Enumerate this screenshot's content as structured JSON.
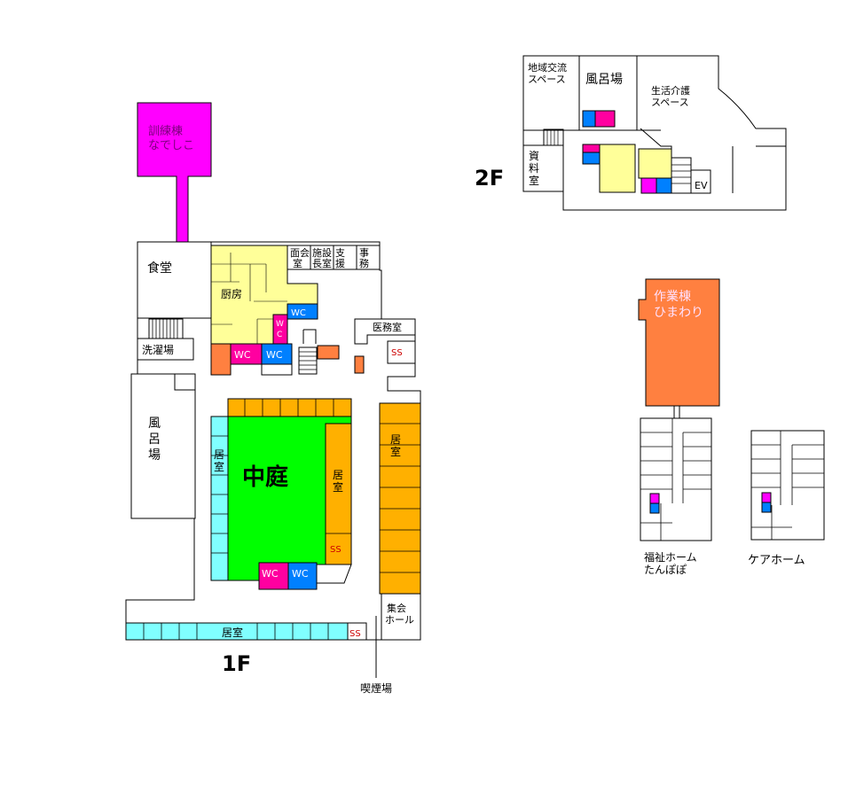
{
  "colors": {
    "magenta": "#ff00ff",
    "orange": "#ff8040",
    "wc_pink": "#ff00a0",
    "wc_blue": "#0080ff",
    "kitchen": "#ffff99",
    "room_orange": "#ffb000",
    "room_cyan": "#80ffff",
    "courtyard": "#00ff00",
    "line": "#000000",
    "ss_text": "#cc0000",
    "wc_text": "#ffffff",
    "label_light": "#ffe0ff"
  },
  "floor1": {
    "caption": "1F",
    "kunren": [
      "訓練棟",
      "なでしこ"
    ],
    "shokudo": "食堂",
    "sentaku": "洗濯場",
    "furo": [
      "風",
      "呂",
      "場"
    ],
    "chubo": "厨房",
    "menkai": [
      "面会",
      "室"
    ],
    "shisetsucho": [
      "施設",
      "長室"
    ],
    "shien": [
      "支",
      "援"
    ],
    "jimu": [
      "事",
      "務"
    ],
    "imu": "医務室",
    "nakaniwa": "中庭",
    "kyoshitsu_v": [
      "居",
      "室"
    ],
    "kyoshitsu_h": "居室",
    "ss": "SS",
    "wc": "WC",
    "wc_v": [
      "W",
      "C"
    ],
    "shukai": [
      "集会",
      "ホール"
    ],
    "kitsuen": "喫煙場"
  },
  "floor2": {
    "caption": "2F",
    "chiiki": [
      "地域交流",
      "スペース"
    ],
    "furo": "風呂場",
    "seikatsu": [
      "生活介護",
      "スペース"
    ],
    "shiryo": [
      "資",
      "料",
      "室"
    ],
    "ev": "EV"
  },
  "sagyo": [
    "作業棟",
    "ひまわり"
  ],
  "fukushi": [
    "福祉ホーム",
    "たんぽぽ"
  ],
  "care": "ケアホーム"
}
